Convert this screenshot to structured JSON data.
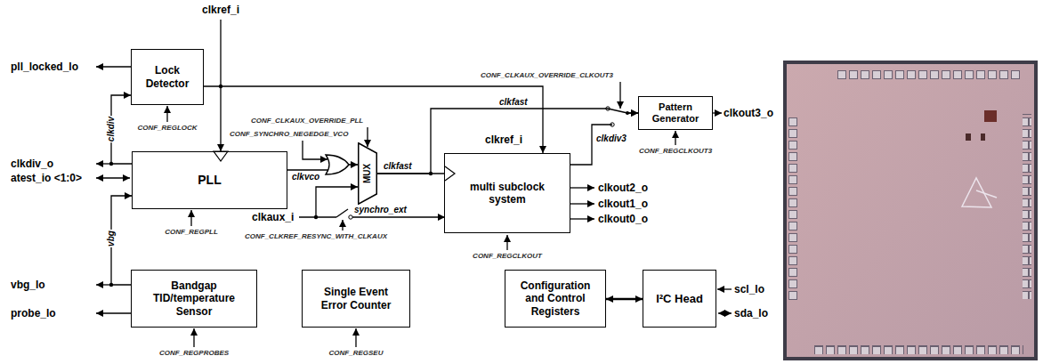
{
  "diagram": {
    "nodes": [
      {
        "text": [
          "Lock Detector"
        ]
      },
      {
        "text": [
          "PLL"
        ]
      },
      {
        "text": [
          "MUX"
        ]
      },
      {
        "text": [
          "multi subclock system"
        ]
      },
      {
        "text": [
          "Pattern Generator"
        ]
      },
      {
        "text": [
          "Bandgap TID/temperature Sensor"
        ]
      },
      {
        "text": [
          "Single Event Error Counter"
        ]
      },
      {
        "text": [
          "Configuration and Control Registers"
        ]
      },
      {
        "text": [
          "I²C Head"
        ]
      }
    ],
    "edges": [
      {
        "from": 1,
        "to": 0,
        "arrow": "to",
        "label": "clkdiv"
      },
      {
        "from": 1,
        "to": 2,
        "arrow": "to",
        "label": "clkvco"
      },
      {
        "from": 2,
        "to": 3,
        "arrow": "none",
        "label": "clkfast"
      },
      {
        "from": 2,
        "to": 4,
        "arrow": "to",
        "label": "clkfast"
      },
      {
        "from": 3,
        "to": 4,
        "arrow": "to",
        "label": "clkdiv3"
      },
      {
        "from": 5,
        "to": 1,
        "arrow": "to",
        "label": "vbg"
      },
      {
        "from": 7,
        "to": 8,
        "arrow": "both"
      }
    ],
    "labels": [
      "pll_locked_lo",
      "clkref_i",
      "clkdiv_o",
      "atest_io <1:0>",
      "vbg_lo",
      "probe_lo",
      "CONF_REGLOCK",
      "CONF_REGPLL",
      "CONF_SYNCHRO_NEGEDGE_VCO",
      "CONF_CLKAUX_OVERRIDE_PLL",
      "clkaux_i",
      "synchro_ext",
      "CONF_CLKREF_RESYNC_WITH_CLKAUX",
      "clkref_i",
      "CONF_REGCLKOUT",
      "CONF_CLKAUX_OVERRIDE_CLKOUT3",
      "clkout3_o",
      "CONF_REGCLKOUT3",
      "clkout2_o",
      "clkout1_o",
      "clkout0_o",
      "CONF_REGPROBES",
      "CONF_REGSEU",
      "scl_lo",
      "sda_lo"
    ]
  }
}
